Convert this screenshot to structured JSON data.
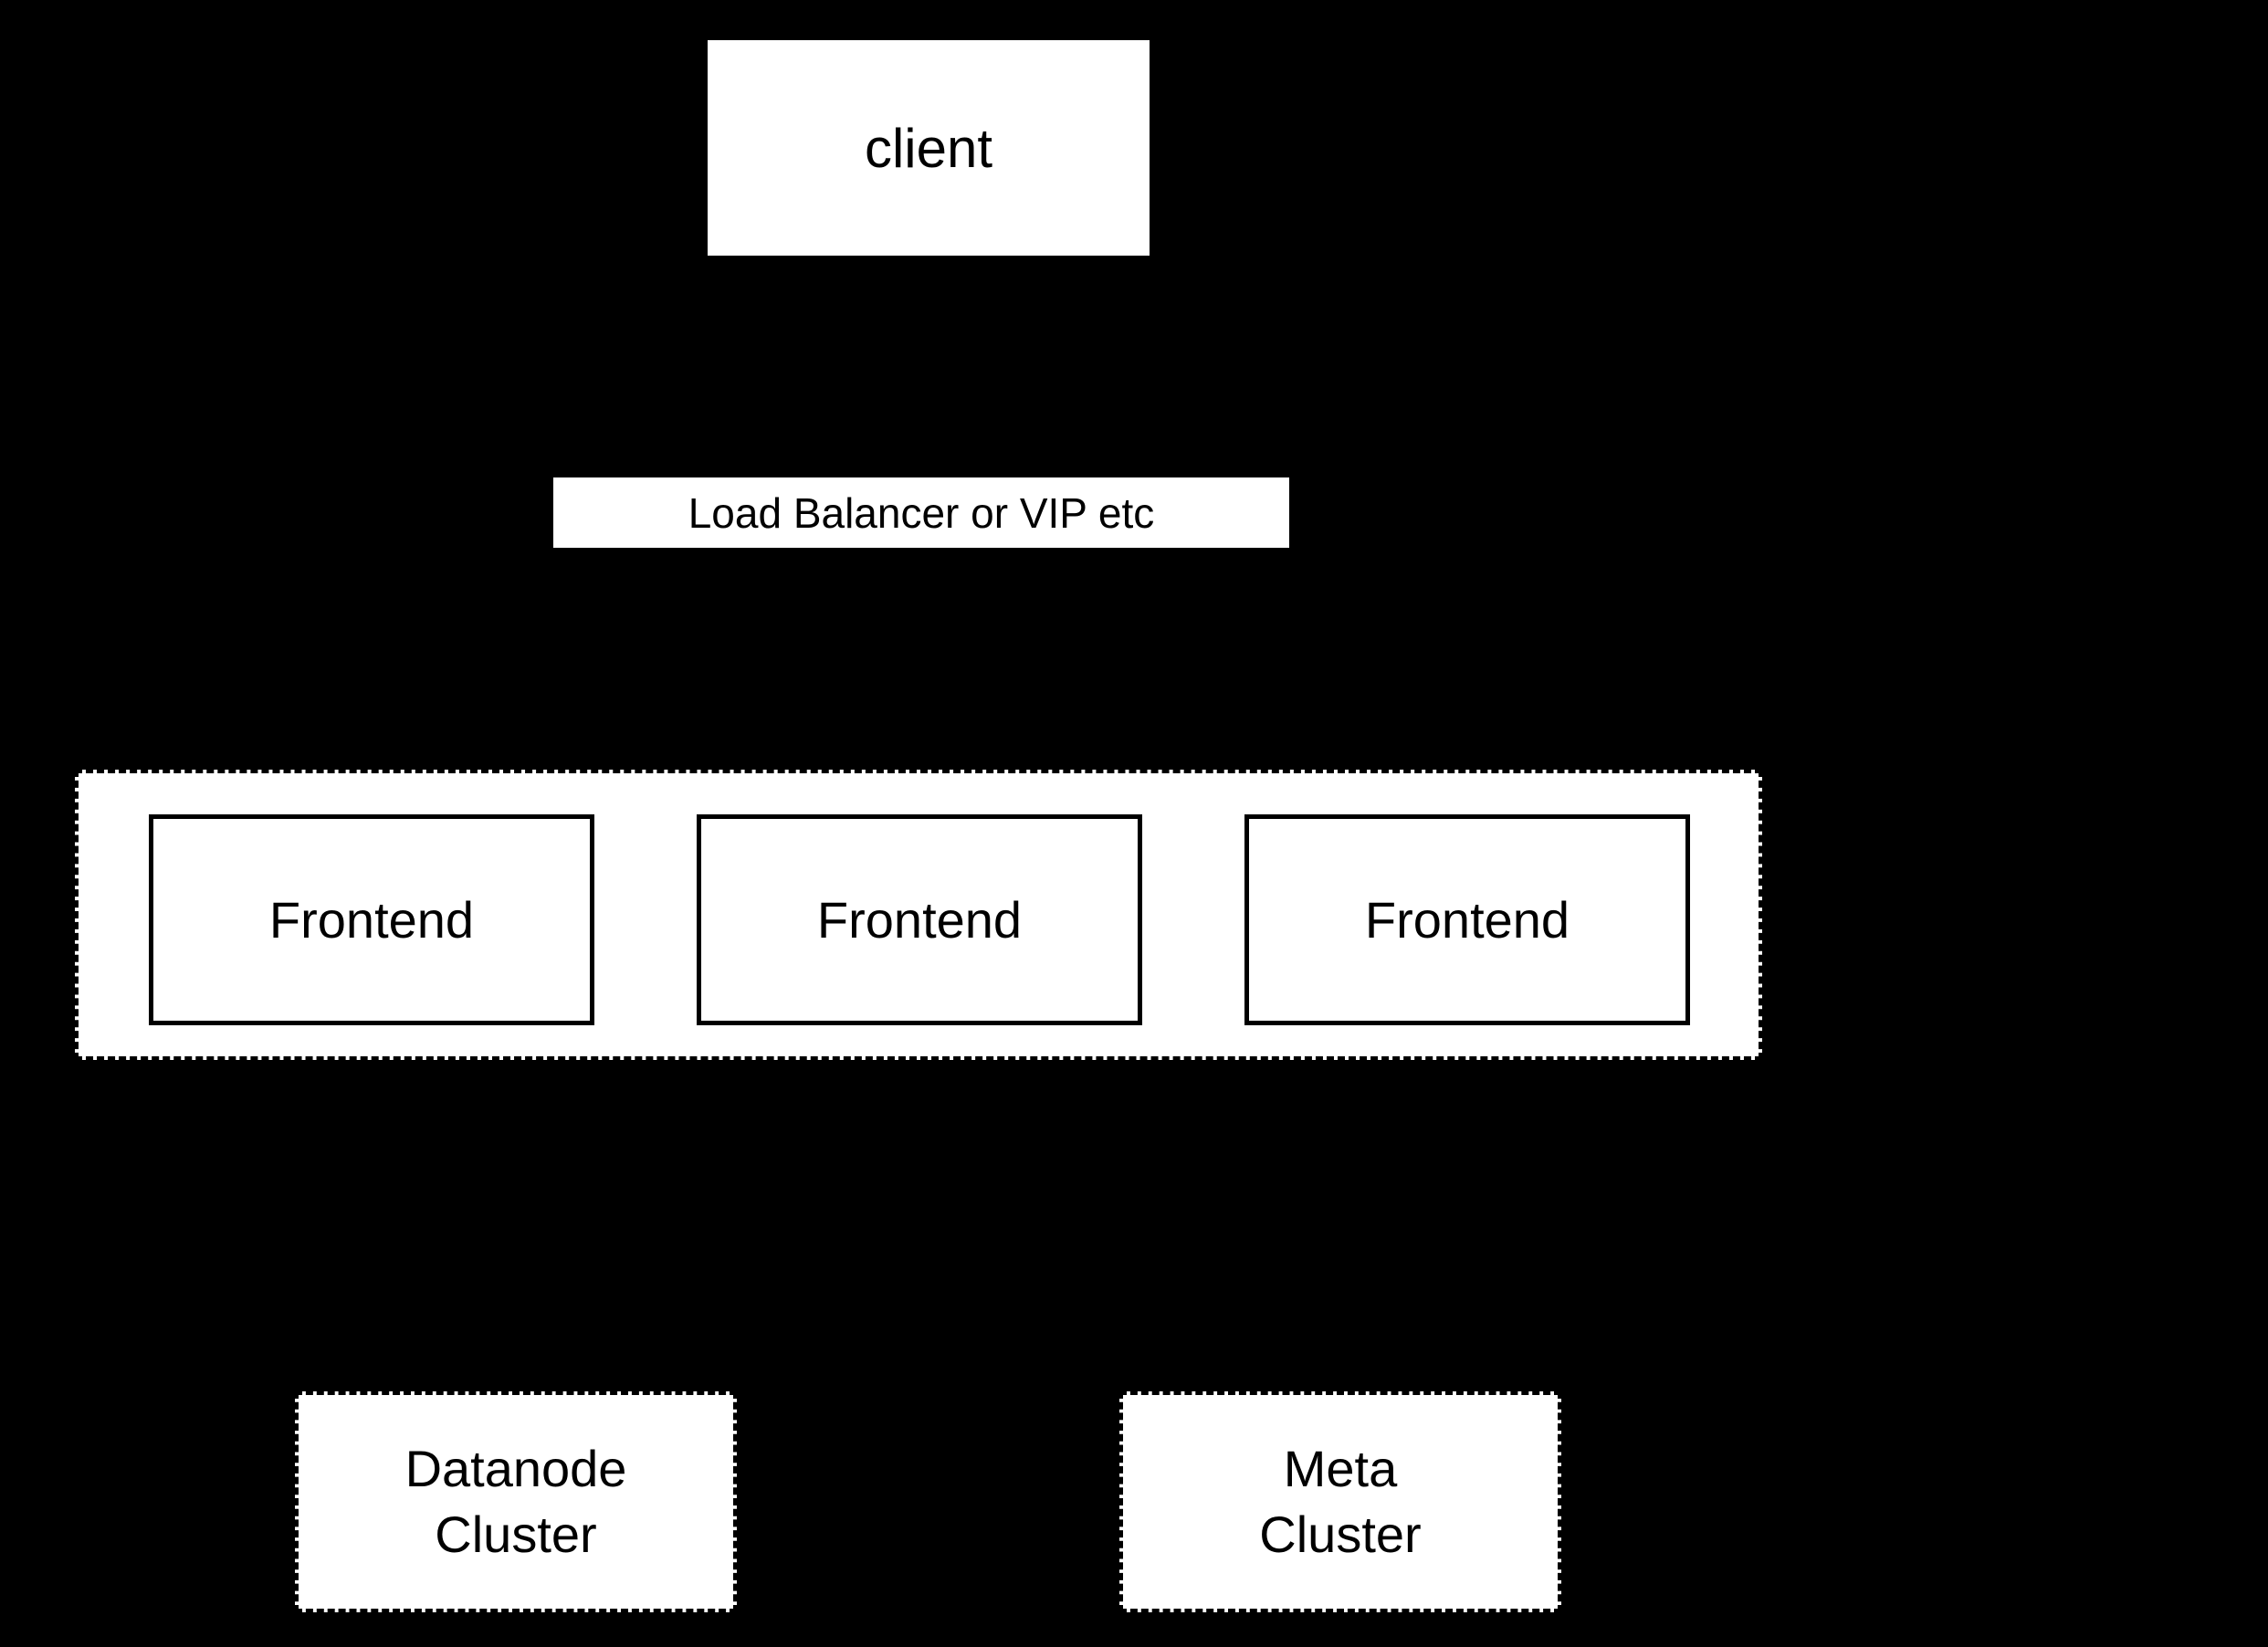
{
  "diagram": {
    "colors": {
      "background": "#000000",
      "node_fill": "#ffffff",
      "border": "#000000",
      "text": "#000000"
    },
    "client": {
      "label": "client"
    },
    "load_balancer": {
      "label": "Load Balancer or VIP etc"
    },
    "frontend_group": {
      "nodes": [
        {
          "label": "Frontend"
        },
        {
          "label": "Frontend"
        },
        {
          "label": "Frontend"
        }
      ]
    },
    "datanode_cluster": {
      "label_line1": "Datanode",
      "label_line2": "Cluster"
    },
    "meta_cluster": {
      "label_line1": "Meta",
      "label_line2": "Cluster"
    }
  }
}
